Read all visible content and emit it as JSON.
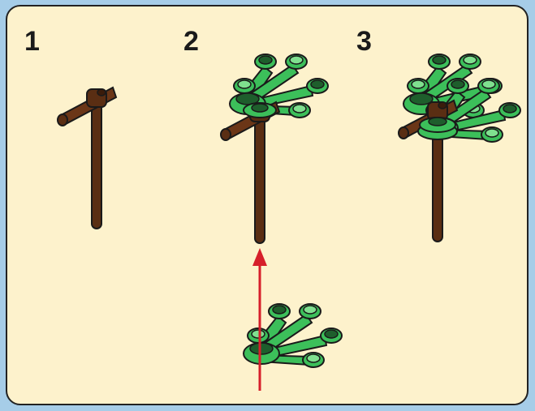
{
  "steps": [
    {
      "number": "1"
    },
    {
      "number": "2"
    },
    {
      "number": "3"
    }
  ],
  "colors": {
    "background": "#a6cde8",
    "panel": "#fdf2cc",
    "outline": "#222222",
    "trunk_brown": "#5a2e13",
    "leaf_green": "#3cbf5a",
    "arrow_red": "#d61f2a"
  },
  "icons": [
    "tree-trunk-icon",
    "leaf-bracket-icon",
    "assembly-arrow-icon"
  ]
}
